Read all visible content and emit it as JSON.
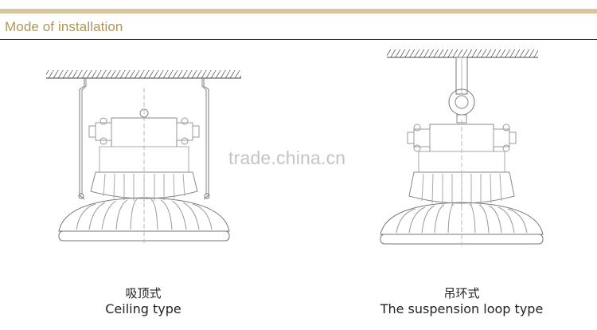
{
  "header": {
    "title": "Mode of installation"
  },
  "watermark": "trade.china.cn",
  "installations": [
    {
      "chinese": "吸顶式",
      "english": "Ceiling type"
    },
    {
      "chinese": "吊环式",
      "english": "The suspension loop type"
    }
  ]
}
